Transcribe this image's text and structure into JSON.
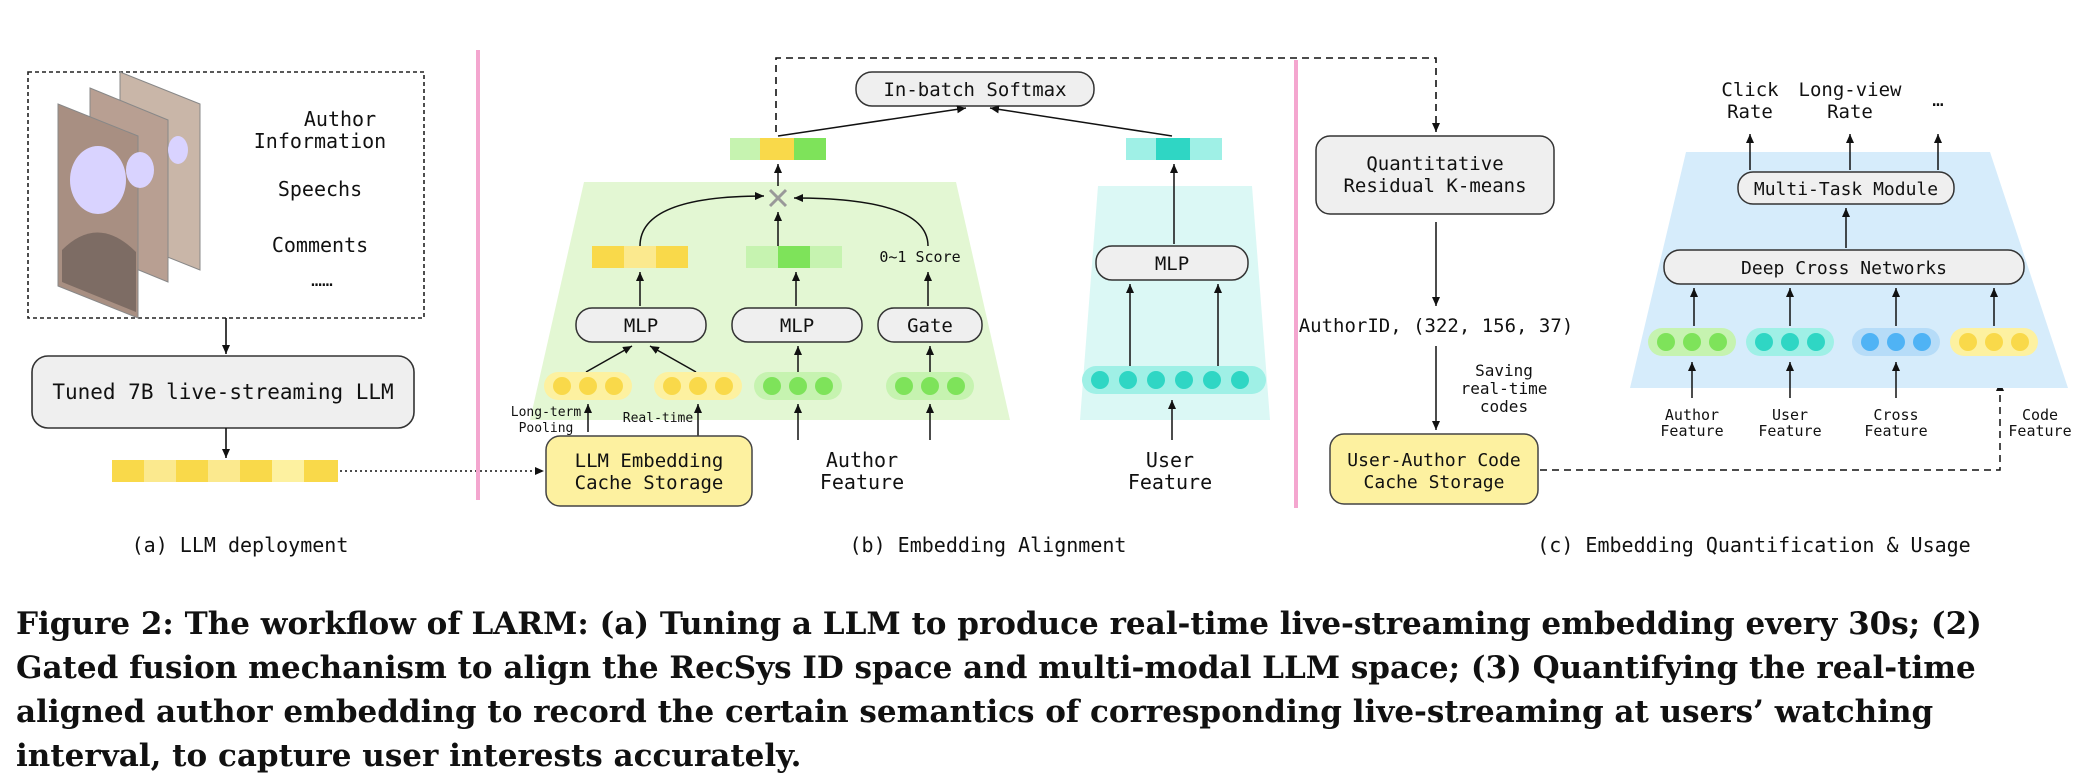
{
  "panel_a": {
    "info_items": [
      "Author",
      "Information",
      "Speechs",
      "Comments",
      "……"
    ],
    "llm_box": "Tuned 7B live-streaming LLM",
    "label": "(a) LLM deployment"
  },
  "panel_b": {
    "softmax": "In-batch Softmax",
    "mlp_left": "MLP",
    "mlp_mid": "MLP",
    "gate": "Gate",
    "score": "0~1 Score",
    "long_term": [
      "Long-term",
      "Pooling"
    ],
    "real_time": "Real-time",
    "cache_storage": [
      "LLM Embedding",
      "Cache Storage"
    ],
    "author_feature": [
      "Author",
      "Feature"
    ],
    "mlp_user": "MLP",
    "user_feature": [
      "User",
      "Feature"
    ],
    "label": "(b) Embedding Alignment"
  },
  "panel_c": {
    "quant_box": [
      "Quantitative",
      "Residual K-means"
    ],
    "author_id": "AuthorID, (322, 156, 37)",
    "saving": [
      "Saving",
      "real-time",
      "codes"
    ],
    "code_cache": [
      "User-Author Code",
      "Cache Storage"
    ],
    "outputs": [
      [
        "Click",
        "Rate"
      ],
      [
        "Long-view",
        "Rate"
      ],
      [
        "…"
      ]
    ],
    "multitask": "Multi-Task Module",
    "dcn": "Deep Cross Networks",
    "features": [
      [
        "Author",
        "Feature"
      ],
      [
        "User",
        "Feature"
      ],
      [
        "Cross",
        "Feature"
      ],
      [
        "Code",
        "Feature"
      ]
    ],
    "label": "(c) Embedding Quantification & Usage"
  },
  "caption": "Figure 2: The workflow of LARM: (a) Tuning a LLM to produce real-time live-streaming embedding every 30s; (2) Gated fusion mechanism to align the RecSys ID space and multi-modal LLM space; (3) Quantifying the real-time aligned author embedding to record the certain semantics of corresponding live-streaming at users’ watching interval, to capture user interests accurately.",
  "colors": {
    "yellow": "#f9d94a",
    "yellow_light": "#fbe98e",
    "green": "#7ee35a",
    "green_light": "#c6f3b0",
    "teal": "#2fd6c4",
    "teal_light": "#9ff0e6",
    "blue": "#4fb3f5",
    "panel_green": "#e3f7d3",
    "panel_cyan": "#dbf8f5",
    "panel_blue": "#d6ecfb",
    "pink_divider": "#f4a6cf",
    "box_gray": "#efefef",
    "box_yellow": "#fdf1a0"
  }
}
